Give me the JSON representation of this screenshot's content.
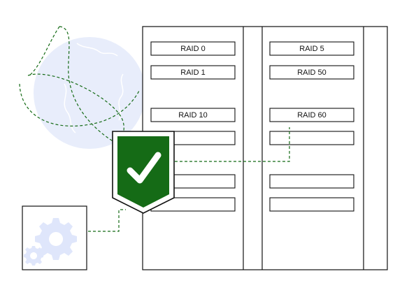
{
  "diagram": {
    "raid_levels": [
      {
        "id": "raid-0",
        "label": "RAID 0"
      },
      {
        "id": "raid-1",
        "label": "RAID 1"
      },
      {
        "id": "raid-10",
        "label": "RAID 10"
      },
      {
        "id": "raid-5",
        "label": "RAID 5"
      },
      {
        "id": "raid-50",
        "label": "RAID 50"
      },
      {
        "id": "raid-60",
        "label": "RAID 60"
      }
    ],
    "colors": {
      "globe": "#e8edfb",
      "shield_fill": "#156b16",
      "shield_border": "#111111",
      "connector": "#156b16",
      "gear": "#dfe6fb",
      "outline": "#111111",
      "checkmark": "#ffffff"
    },
    "icons": [
      "globe-icon",
      "shield-check-icon",
      "gear-icon",
      "server-rack-icon"
    ]
  }
}
